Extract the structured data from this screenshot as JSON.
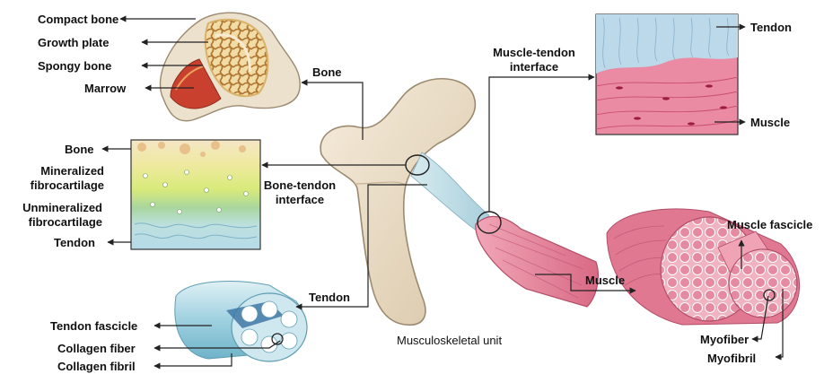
{
  "diagram": {
    "center_title": "Musculoskeletal unit",
    "bone_panel": {
      "callout": "Bone",
      "labels": [
        "Compact bone",
        "Growth plate",
        "Spongy bone",
        "Marrow"
      ]
    },
    "bone_tendon_panel": {
      "callout_line1": "Bone-tendon",
      "callout_line2": "interface",
      "labels": {
        "bone": "Bone",
        "mineralized_1": "Mineralized",
        "mineralized_2": "fibrocartilage",
        "unmineralized_1": "Unmineralized",
        "unmineralized_2": "fibrocartilage",
        "tendon": "Tendon"
      }
    },
    "tendon_panel": {
      "callout": "Tendon",
      "labels": [
        "Tendon fascicle",
        "Collagen fiber",
        "Collagen fibril"
      ]
    },
    "muscle_tendon_panel": {
      "callout_line1": "Muscle-tendon",
      "callout_line2": "interface",
      "labels": {
        "tendon": "Tendon",
        "muscle": "Muscle"
      }
    },
    "muscle_panel": {
      "callout": "Muscle",
      "labels": [
        "Muscle fascicle",
        "Myofiber",
        "Myofibril"
      ]
    }
  },
  "colors": {
    "bone": "#efe3cf",
    "bone_shade": "#cdbb9d",
    "tendon_blue": "#bfe0ec",
    "muscle_pink": "#e7869c",
    "mineral_yellow": "#e9ec6f",
    "fibro_green": "#a9d6a0",
    "marrow_red": "#c9412e",
    "arrow": "#222222"
  }
}
